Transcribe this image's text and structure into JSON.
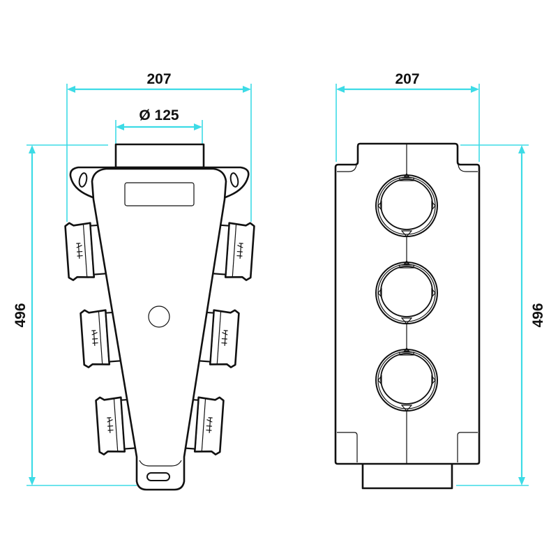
{
  "front_view": {
    "width_label": "207",
    "collar_diameter_label": "Ø 125",
    "height_label": "496"
  },
  "side_view": {
    "width_label": "207",
    "height_label": "496"
  },
  "colors": {
    "dimension": "#3ddbe6",
    "outline": "#111111"
  }
}
